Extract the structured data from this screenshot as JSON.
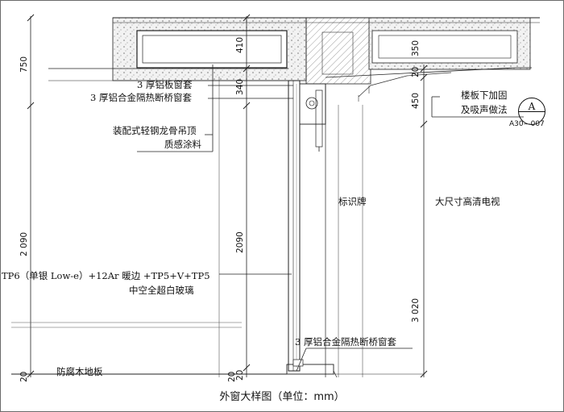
{
  "caption": "外窗大样图（单位：mm）",
  "labels": {
    "al_plate_sleeve": "3 厚铝板窗套",
    "al_alloy_sleeve_top": "3 厚铝合金隔热断桥窗套",
    "ceiling_line1": "装配式轻钢龙骨吊顶",
    "ceiling_line2": "质感涂料",
    "glass_line1": "TP6（单银 Low-e）+12Ar 暖边 +TP5+V+TP5",
    "glass_line2": "中空全超白玻璃",
    "al_alloy_sleeve_bottom": "3 厚铝合金隔热断桥窗套",
    "wood_floor": "防腐木地板",
    "signage": "标识牌",
    "tv": "大尺寸高清电视",
    "slab_line1": "楼板下加固",
    "slab_line2": "及吸声做法"
  },
  "callout": {
    "letter": "A",
    "reference": "A30—007"
  },
  "dimensions": {
    "left_750": "750",
    "left_2090": "2 090",
    "mid_410": "410",
    "mid_340": "340",
    "mid_2090": "2090",
    "mid_20": "20",
    "right_350": "350",
    "right_20": "20",
    "right_450": "450",
    "right_3020": "3 020",
    "bottom_left_20": "20",
    "bottom_mid_20": "20"
  }
}
